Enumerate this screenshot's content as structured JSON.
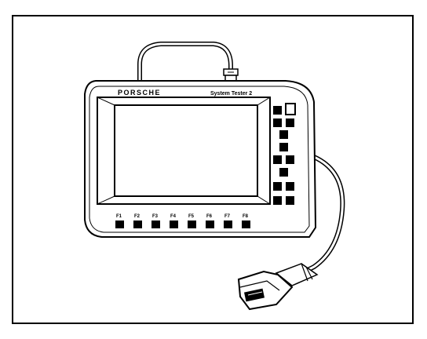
{
  "device": {
    "brand_label": "PORSCHE",
    "model_label": "System Tester 2",
    "function_keys": [
      "F1",
      "F2",
      "F3",
      "F4",
      "F5",
      "F6",
      "F7",
      "F8"
    ],
    "side_keypad_keys": 13
  },
  "colors": {
    "line": "#000000",
    "background": "#ffffff"
  }
}
